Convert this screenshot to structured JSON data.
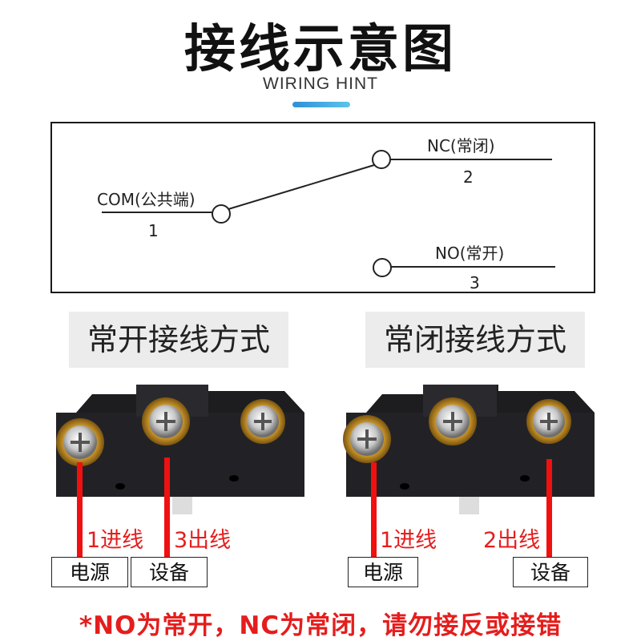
{
  "header": {
    "title": "接线示意图",
    "subtitle": "WIRING HINT"
  },
  "schematic": {
    "com_label": "COM(公共端)",
    "com_number": "1",
    "nc_label": "NC(常闭)",
    "nc_number": "2",
    "no_label": "NO(常开)",
    "no_number": "3"
  },
  "left_panel": {
    "heading": "常开接线方式",
    "wire_in_label": "1进线",
    "wire_out_label": "3出线",
    "source_box": "电源",
    "device_box": "设备"
  },
  "right_panel": {
    "heading": "常闭接线方式",
    "wire_in_label": "1进线",
    "wire_out_label": "2出线",
    "source_box": "电源",
    "device_box": "设备"
  },
  "footer": {
    "note": "*NO为常开，NC为常闭，请勿接反或接错"
  },
  "colors": {
    "accent_blue": "#2f8fd8",
    "warning_red": "#e51d1d",
    "wire_red": "#f01010",
    "label_bg": "#ececec"
  }
}
